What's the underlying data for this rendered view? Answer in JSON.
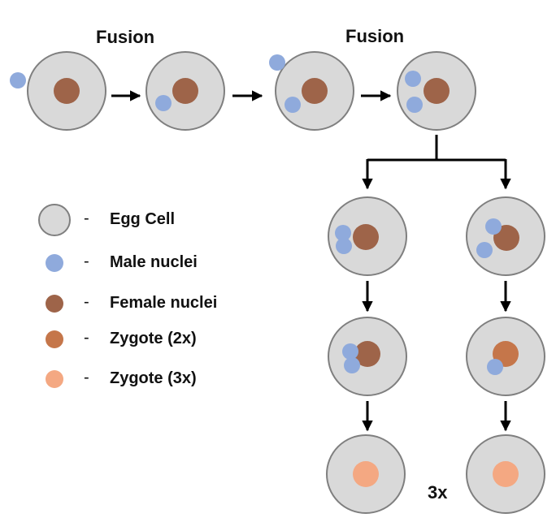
{
  "colors": {
    "egg_fill": "#d9d9d9",
    "egg_stroke": "#7f7f7f",
    "male": "#8faadc",
    "female": "#9e6449",
    "zygote2": "#c5764a",
    "zygote3": "#f4a882",
    "arrow": "#000000"
  },
  "labels": {
    "fusion_1": "Fusion",
    "fusion_2": "Fusion",
    "count": "3x"
  },
  "legend": {
    "dash": "-",
    "items": [
      {
        "icon": "egg-cell-icon",
        "label": "Egg Cell"
      },
      {
        "icon": "male-nucleus-icon",
        "label": "Male nuclei"
      },
      {
        "icon": "female-nucleus-icon",
        "label": "Female nuclei"
      },
      {
        "icon": "zygote-2x-icon",
        "label": "Zygote (2x)"
      },
      {
        "icon": "zygote-3x-icon",
        "label": "Zygote (3x)"
      }
    ]
  }
}
